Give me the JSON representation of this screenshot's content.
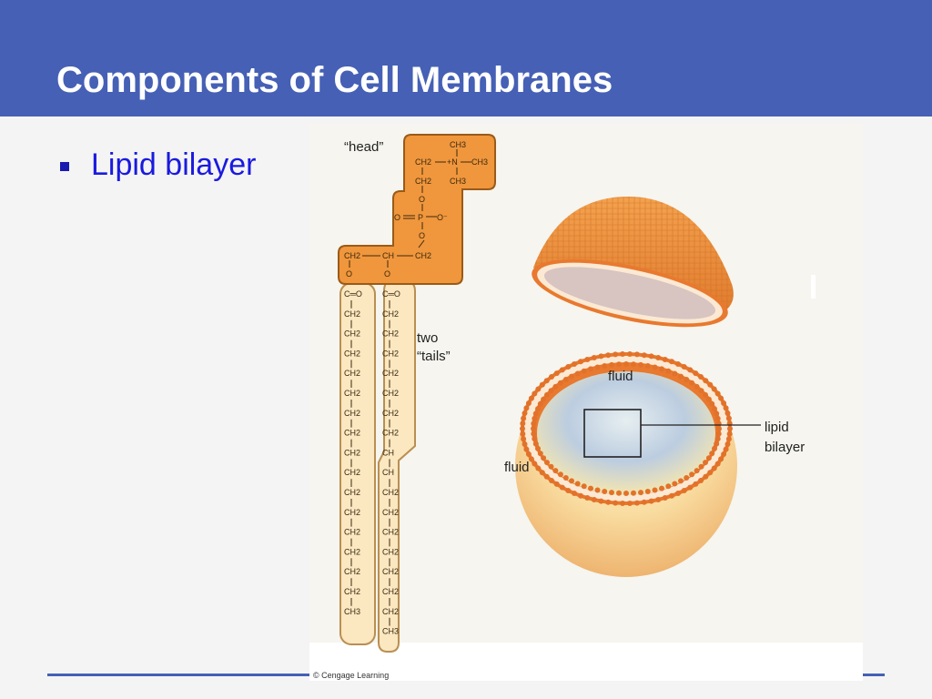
{
  "slide": {
    "title": "Components of Cell Membranes",
    "bullet": "Lipid bilayer"
  },
  "figure": {
    "head_label": "“head”",
    "tails_label_1": "two",
    "tails_label_2": "“tails”",
    "fluid_inner": "fluid",
    "fluid_outer": "fluid",
    "lipid_label_1": "lipid",
    "lipid_label_2": "bilayer",
    "credit": "© Cengage Learning",
    "chem": {
      "ch3": "CH3",
      "ch2": "CH2",
      "ch": "CH",
      "n_plus": "+N",
      "o": "O",
      "o_minus": "O⁻",
      "p": "P",
      "co": "C═O"
    }
  },
  "colors": {
    "title_bar": "#4560b5",
    "bullet_text": "#1a1adf",
    "head_orange": "#f0963c",
    "tail_fill": "#fbe7c0"
  }
}
